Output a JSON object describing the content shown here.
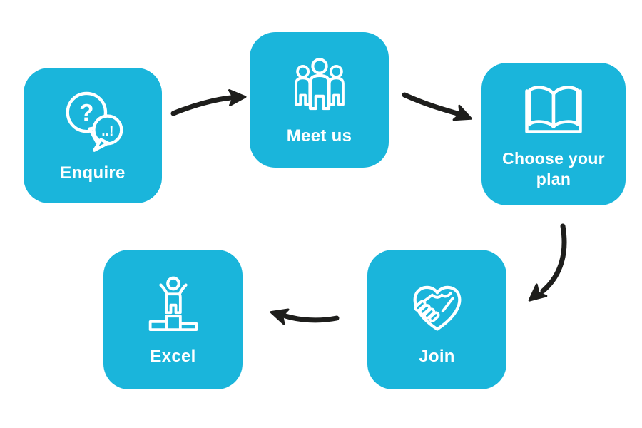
{
  "diagram": {
    "steps": [
      {
        "label": "Enquire",
        "icon": "chat-question-icon"
      },
      {
        "label": "Meet us",
        "icon": "team-icon"
      },
      {
        "label": "Choose your plan",
        "icon": "open-book-icon"
      },
      {
        "label": "Join",
        "icon": "handshake-heart-icon"
      },
      {
        "label": "Excel",
        "icon": "winner-podium-icon"
      }
    ],
    "arrows": [
      {
        "from": "Enquire",
        "to": "Meet us"
      },
      {
        "from": "Meet us",
        "to": "Choose your plan"
      },
      {
        "from": "Choose your plan",
        "to": "Join"
      },
      {
        "from": "Join",
        "to": "Excel"
      }
    ],
    "icon_texts": {
      "question_mark": "?",
      "exclamation": "..!"
    },
    "colors": {
      "card": "#1AB5DB",
      "icon": "#FFFFFF",
      "arrow": "#1E1E1C",
      "label": "#FFFFFF",
      "background": "#FFFFFF"
    }
  }
}
